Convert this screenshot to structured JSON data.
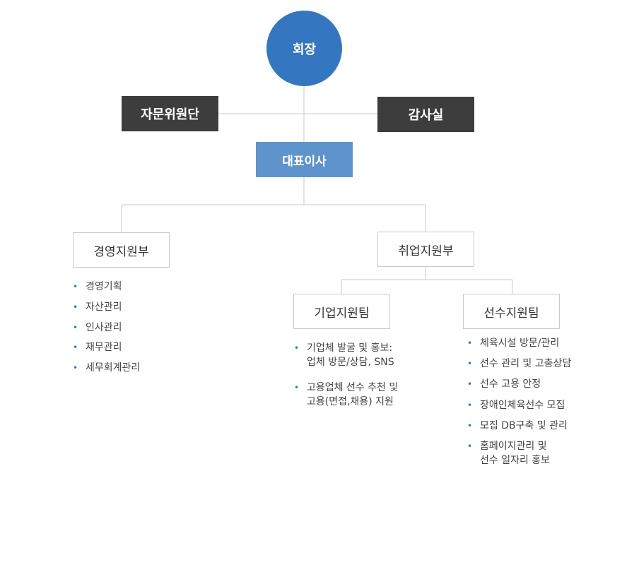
{
  "org": {
    "chairman": "회장",
    "advisory": "자문위원단",
    "audit": "감사실",
    "ceo": "대표이사",
    "mgmt": {
      "title": "경영지원부",
      "items": [
        "경영기획",
        "자산관리",
        "인사관리",
        "재무관리",
        "세무회계관리"
      ]
    },
    "employment": {
      "title": "취업지원부"
    },
    "corp_team": {
      "title": "기업지원팀",
      "items": [
        "기업체 발굴 및 홍보:\n업체 방문/상담, SNS",
        "고용업체 선수 추천 및\n고용(면접,채용) 지원"
      ]
    },
    "player_team": {
      "title": "선수지원팀",
      "items": [
        "체육시설 방문/관리",
        "선수 관리 및 고충상담",
        "선수 고용 안정",
        "장애인체육선수 모집",
        "모집 DB구축 및 관리",
        "홈페이지관리 및\n선수 일자리 홍보"
      ]
    }
  },
  "colors": {
    "primary": "#3576c0",
    "ceo": "#5e93cc",
    "dark": "#3d3d3d",
    "line": "#c9c9c9"
  }
}
